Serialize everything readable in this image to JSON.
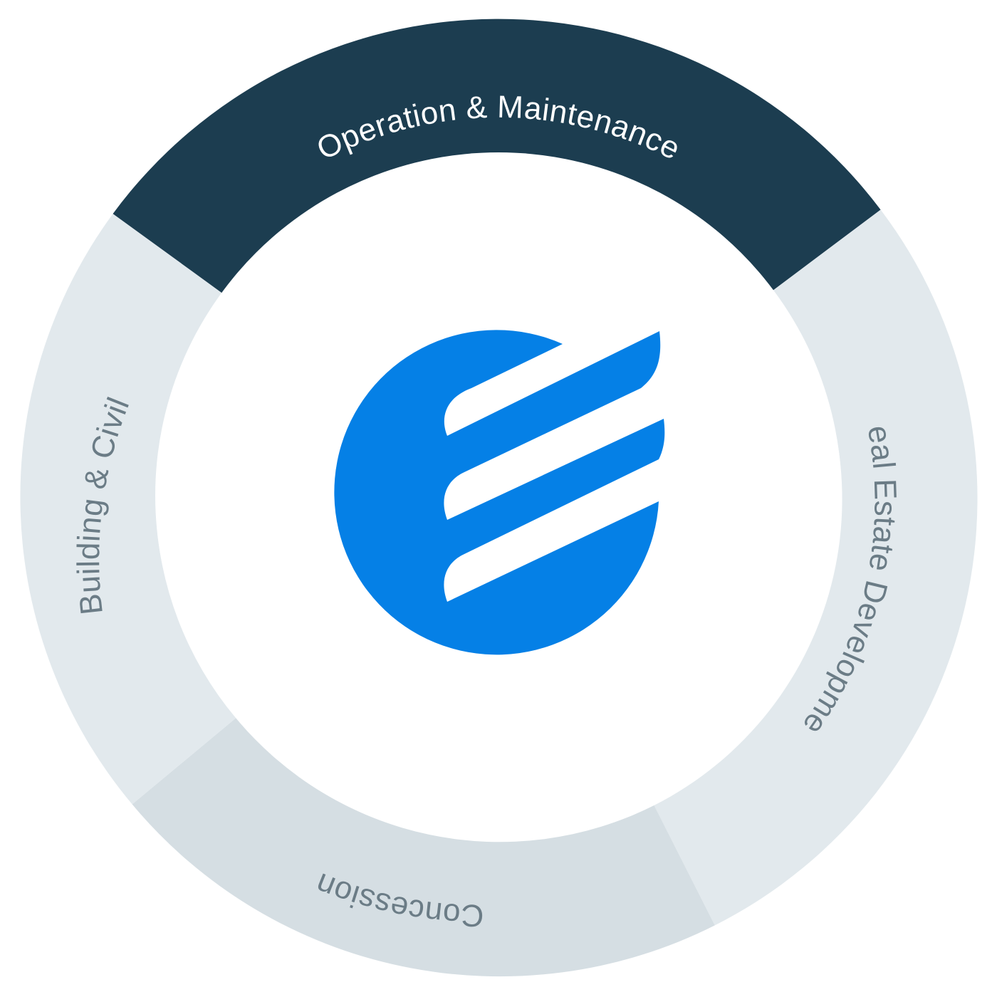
{
  "diagram": {
    "segments": [
      {
        "id": "operation-maintenance",
        "label": "Operation & Maintenance",
        "fill": "#1c3d50",
        "text_color": "#ffffff",
        "active": true
      },
      {
        "id": "real-estate-development",
        "label": "Real Estate Development",
        "fill": "#e2e9ed",
        "text_color": "#6b7c86",
        "active": false
      },
      {
        "id": "concession",
        "label": "Concession",
        "fill": "#d5dee3",
        "text_color": "#6b7c86",
        "active": false
      },
      {
        "id": "building-civil",
        "label": "Building & Civil",
        "fill": "#e2e9ed",
        "text_color": "#6b7c86",
        "active": false
      }
    ],
    "center": {
      "background": "#ffffff",
      "logo_icon": "company-logo-icon",
      "logo_color": "#0580e6"
    }
  }
}
